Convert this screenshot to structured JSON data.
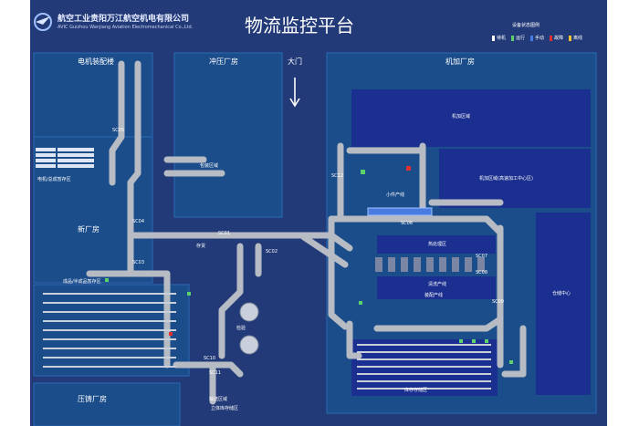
{
  "header": {
    "company_name_cn": "航空工业贵阳万江航空机电有限公司",
    "company_name_en": "AVIC Guizhou Wanjiang Aviation Electromechanical Co.,Ltd.",
    "title": "物流监控平台"
  },
  "legend": {
    "title": "设备状态图例",
    "items": [
      {
        "label": "待机",
        "color": "#ffffff"
      },
      {
        "label": "运行",
        "color": "#5bd26a"
      },
      {
        "label": "手动",
        "color": "#4a7be0"
      },
      {
        "label": "故障",
        "color": "#e03030"
      },
      {
        "label": "离线",
        "color": "#f2c230"
      }
    ]
  },
  "zones": {
    "motor_assembly": "电机装配楼",
    "stamping": "冲压厂房",
    "gate": "大门",
    "machining": "机加厂房",
    "new_plant": "新厂房",
    "die_casting": "压铸厂房"
  },
  "areas": {
    "machining_area": "机加区域",
    "machining_area_2": "机加区域(高速加工中心区)",
    "heat_treatment": "热处理区",
    "washing": "清洗产线",
    "assembly_line": "装配产线",
    "warehouse_center": "仓储中心",
    "small_parts_stock": "小件产线",
    "motor_stock": "电机/总成暂存区",
    "finished_stock": "成品/半成品暂存区",
    "storage_label": "存货",
    "conveyor_area": "输送区域",
    "vertical_storage": "立体库存储区",
    "inspection": "检验",
    "right_store": "库存存储区",
    "packing": "包装区域"
  },
  "nodes": {
    "sc01": "SC01",
    "sc02": "SC02",
    "sc03": "SC03",
    "sc04": "SC04",
    "sc05": "SC05",
    "sc06": "SC06",
    "sc07": "SC07",
    "sc08": "SC08",
    "sc09": "SC09",
    "sc10": "SC10",
    "sc11": "SC11",
    "sc12": "SC12"
  }
}
